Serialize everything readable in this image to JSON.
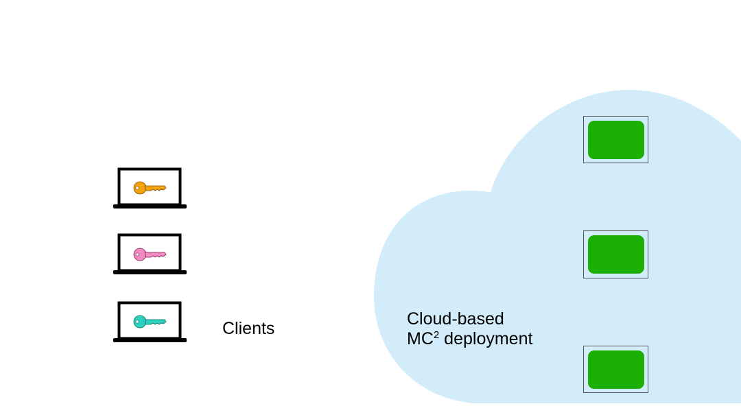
{
  "clients": {
    "label": "Clients",
    "laptops": [
      {
        "id": "laptop-1",
        "key_color": "#F5A30F"
      },
      {
        "id": "laptop-2",
        "key_color": "#F28BC2"
      },
      {
        "id": "laptop-3",
        "key_color": "#2BD1BE"
      }
    ]
  },
  "cloud": {
    "color": "#D3ECFA",
    "label_line1": "Cloud-based",
    "label_line2_prefix": "MC",
    "label_line2_sup": "2",
    "label_line2_suffix": " deployment",
    "servers": [
      {
        "id": "server-1",
        "color": "#1DB004"
      },
      {
        "id": "server-2",
        "color": "#1DB004"
      },
      {
        "id": "server-3",
        "color": "#1DB004"
      }
    ]
  }
}
